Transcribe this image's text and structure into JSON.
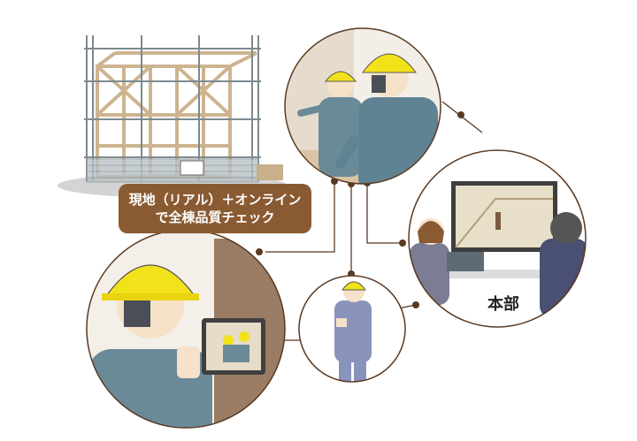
{
  "label": {
    "line1": "現地（リアル）＋オンライン",
    "line2": "で全棟品質チェック"
  },
  "office_label": "本部",
  "colors": {
    "label_bg": "#8a5a32",
    "connector": "#5a3a22",
    "helmet": "#f2e21a",
    "uniform": "#6b8a98",
    "wood": "#d9c4a3",
    "scaffold": "#7c8a90"
  }
}
